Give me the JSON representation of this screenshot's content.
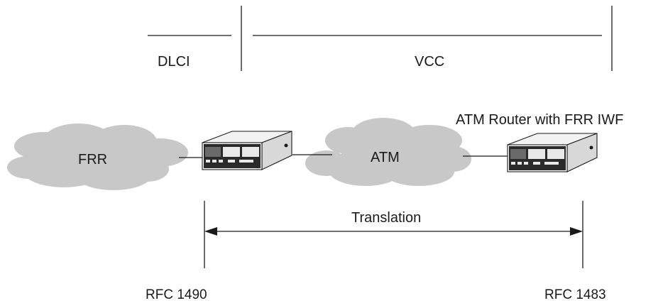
{
  "labels": {
    "dlci": "DLCI",
    "vcc": "VCC",
    "router_caption": "ATM Router with FRR IWF",
    "translation": "Translation",
    "rfc_left": "RFC 1490",
    "rfc_right": "RFC 1483"
  },
  "clouds": {
    "frr": "FRR",
    "atm": "ATM"
  },
  "colors": {
    "cloud_fill": "#c8c8c8",
    "line": "#1a1a1a",
    "router_body": "#f2f2f2",
    "router_front": "#2a2a2a"
  }
}
